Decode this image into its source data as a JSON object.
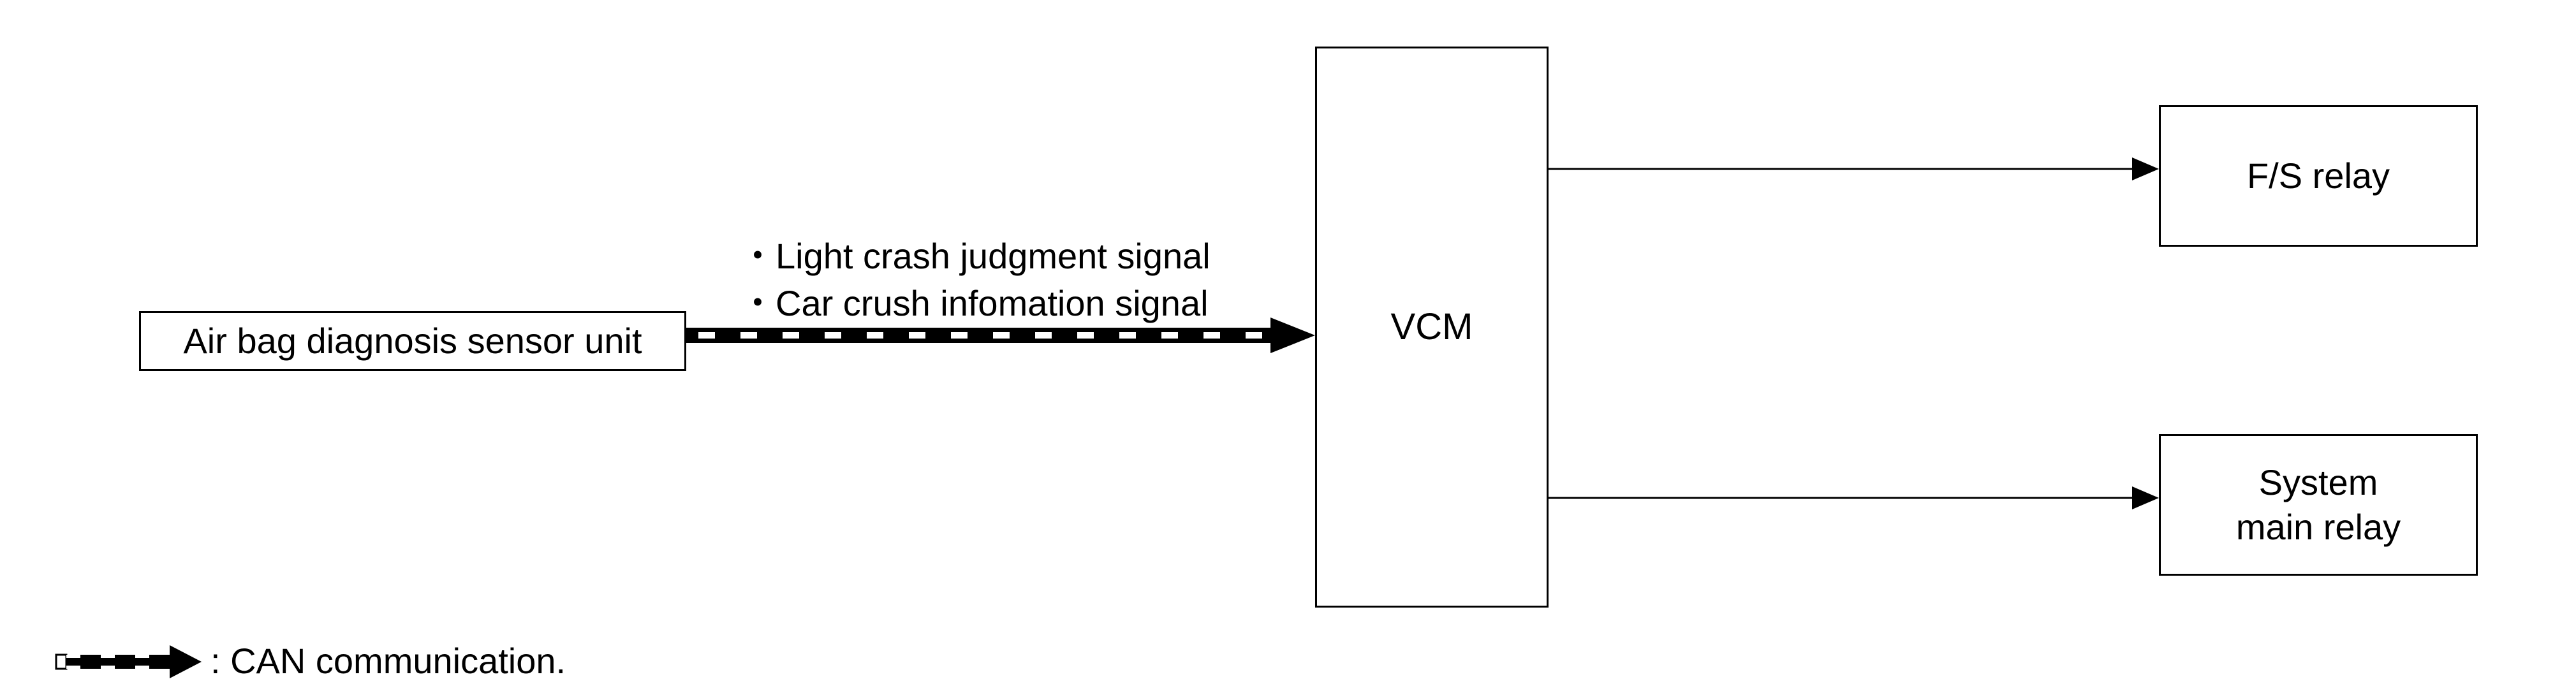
{
  "blocks": {
    "airbag_unit": "Air bag diagnosis sensor unit",
    "vcm": "VCM",
    "fs_relay": "F/S relay",
    "system_main_relay": "System main relay"
  },
  "signals": [
    "・Light crash judgment signal",
    "・Car crush infomation signal"
  ],
  "legend": {
    "text": ": CAN communication."
  }
}
